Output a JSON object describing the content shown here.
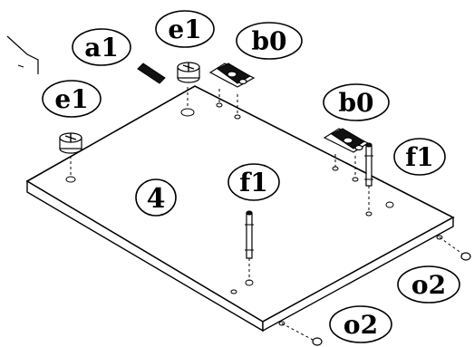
{
  "labels": {
    "dowel": "a1",
    "cam_lock_left": "e1",
    "cam_lock_top": "e1",
    "hinge_plate_top": "b0",
    "hinge_plate_right": "b0",
    "bolt_center": "f1",
    "bolt_right": "f1",
    "panel": "4",
    "screw_right": "o2",
    "screw_bottom": "o2"
  },
  "colors": {
    "line": "#000000",
    "background": "#ffffff"
  }
}
